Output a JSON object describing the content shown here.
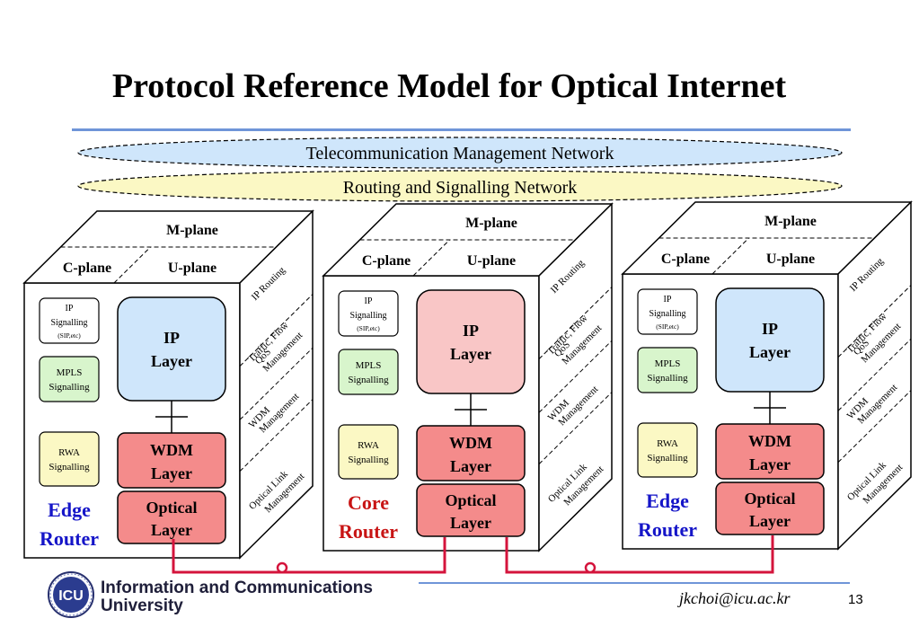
{
  "title": "Protocol Reference Model for Optical Internet",
  "networks": {
    "tmn": "Telecommunication Management Network",
    "rsn": "Routing and Signalling Network"
  },
  "routers": [
    {
      "name_line1": "Edge",
      "name_line2": "Router",
      "name_color": "#1515c8",
      "ip_fill": "#cfe6fb",
      "m_plane": "M-plane",
      "c_plane": "C-plane",
      "u_plane": "U-plane",
      "ip_sig": [
        "IP",
        "Signalling",
        "(SIP,etc)"
      ],
      "mpls": [
        "MPLS",
        "Signalling"
      ],
      "rwa": [
        "RWA",
        "Signalling"
      ],
      "ip_layer": [
        "IP",
        "Layer"
      ],
      "wdm_layer": [
        "WDM",
        "Layer"
      ],
      "optical_layer": [
        "Optical",
        "Layer"
      ],
      "mgmt": [
        "IP Routing",
        "Traffic, Flow",
        "QoS",
        "Management",
        "WDM",
        "Management",
        "Optical Link",
        "Management"
      ]
    },
    {
      "name_line1": "Core",
      "name_line2": "Router",
      "name_color": "#c81414",
      "ip_fill": "#f9c6c6",
      "m_plane": "M-plane",
      "c_plane": "C-plane",
      "u_plane": "U-plane",
      "ip_sig": [
        "IP",
        "Signalling",
        "(SIP,etc)"
      ],
      "mpls": [
        "MPLS",
        "Signalling"
      ],
      "rwa": [
        "RWA",
        "Signalling"
      ],
      "ip_layer": [
        "IP",
        "Layer"
      ],
      "wdm_layer": [
        "WDM",
        "Layer"
      ],
      "optical_layer": [
        "Optical",
        "Layer"
      ],
      "mgmt": [
        "IP Routing",
        "Traffic, Flow",
        "QoS",
        "Management",
        "WDM",
        "Management",
        "Optical Link",
        "Management"
      ]
    },
    {
      "name_line1": "Edge",
      "name_line2": "Router",
      "name_color": "#1515c8",
      "ip_fill": "#cfe6fb",
      "m_plane": "M-plane",
      "c_plane": "C-plane",
      "u_plane": "U-plane",
      "ip_sig": [
        "IP",
        "Signalling",
        "(SIP,etc)"
      ],
      "mpls": [
        "MPLS",
        "Signalling"
      ],
      "rwa": [
        "RWA",
        "Signalling"
      ],
      "ip_layer": [
        "IP",
        "Layer"
      ],
      "wdm_layer": [
        "WDM",
        "Layer"
      ],
      "optical_layer": [
        "Optical",
        "Layer"
      ],
      "mgmt": [
        "IP Routing",
        "Traffic, Flow",
        "QoS",
        "Management",
        "WDM",
        "Management",
        "Optical Link",
        "Management"
      ]
    }
  ],
  "colors": {
    "tmn_fill": "#cfe6fb",
    "rsn_fill": "#fbf8c4",
    "mpls_fill": "#d8f5cc",
    "rwa_fill": "#fbf8c4",
    "layer_fill": "#f48b8b",
    "link": "#d4143c"
  },
  "logo": {
    "badge": "ICU",
    "line1": "Information and Communications",
    "line2": "University"
  },
  "email": "jkchoi@icu.ac.kr",
  "page_number": "13"
}
